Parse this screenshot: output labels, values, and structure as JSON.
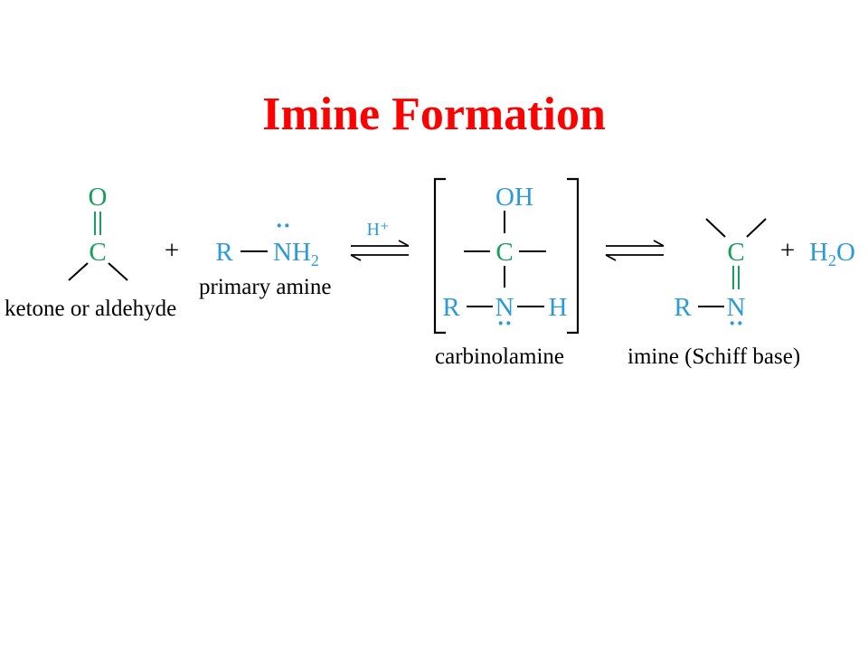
{
  "title": "Imine Formation",
  "colors": {
    "title": "#ff0000",
    "carbonyl": "#18a05a",
    "amine": "#2a9bd6",
    "text": "#000000"
  },
  "reactant1": {
    "atom_o": "O",
    "atom_c": "C",
    "label": "ketone or aldehyde"
  },
  "plus_1": "+",
  "reactant2": {
    "atom_r": "R",
    "atom_n": "NH",
    "subscript": "2",
    "lone_pair": "··",
    "label": "primary amine"
  },
  "catalyst": "H⁺",
  "intermediate": {
    "atom_oh": "OH",
    "atom_c": "C",
    "atom_r": "R",
    "atom_n": "N",
    "atom_h": "H",
    "lone_pair": "··",
    "label": "carbinolamine"
  },
  "product": {
    "atom_c": "C",
    "atom_r": "R",
    "atom_n": "N",
    "lone_pair": "··",
    "label": "imine (Schiff base)"
  },
  "plus_2": "+",
  "water": {
    "h": "H",
    "subscript": "2",
    "o": "O"
  }
}
